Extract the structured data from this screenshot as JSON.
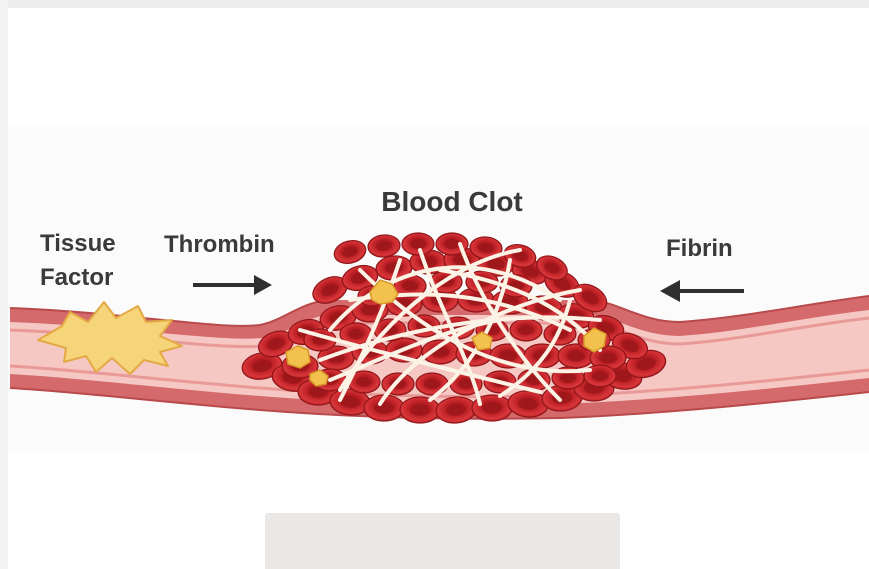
{
  "diagram": {
    "title": "Blood Clot",
    "labels": {
      "tissue_factor_line1": "Tissue",
      "tissue_factor_line2": "Factor",
      "thrombin": "Thrombin",
      "fibrin": "Fibrin"
    },
    "colors": {
      "vessel_wall": "#e58a8a",
      "vessel_inner": "#f7c6c3",
      "red_cell": "#c8262b",
      "red_cell_dark": "#8e1518",
      "platelet": "#f3c24e",
      "fibrin_strand": "#fbf4ea",
      "arrow": "#2f2f2f",
      "text": "#3a3a3a"
    }
  }
}
